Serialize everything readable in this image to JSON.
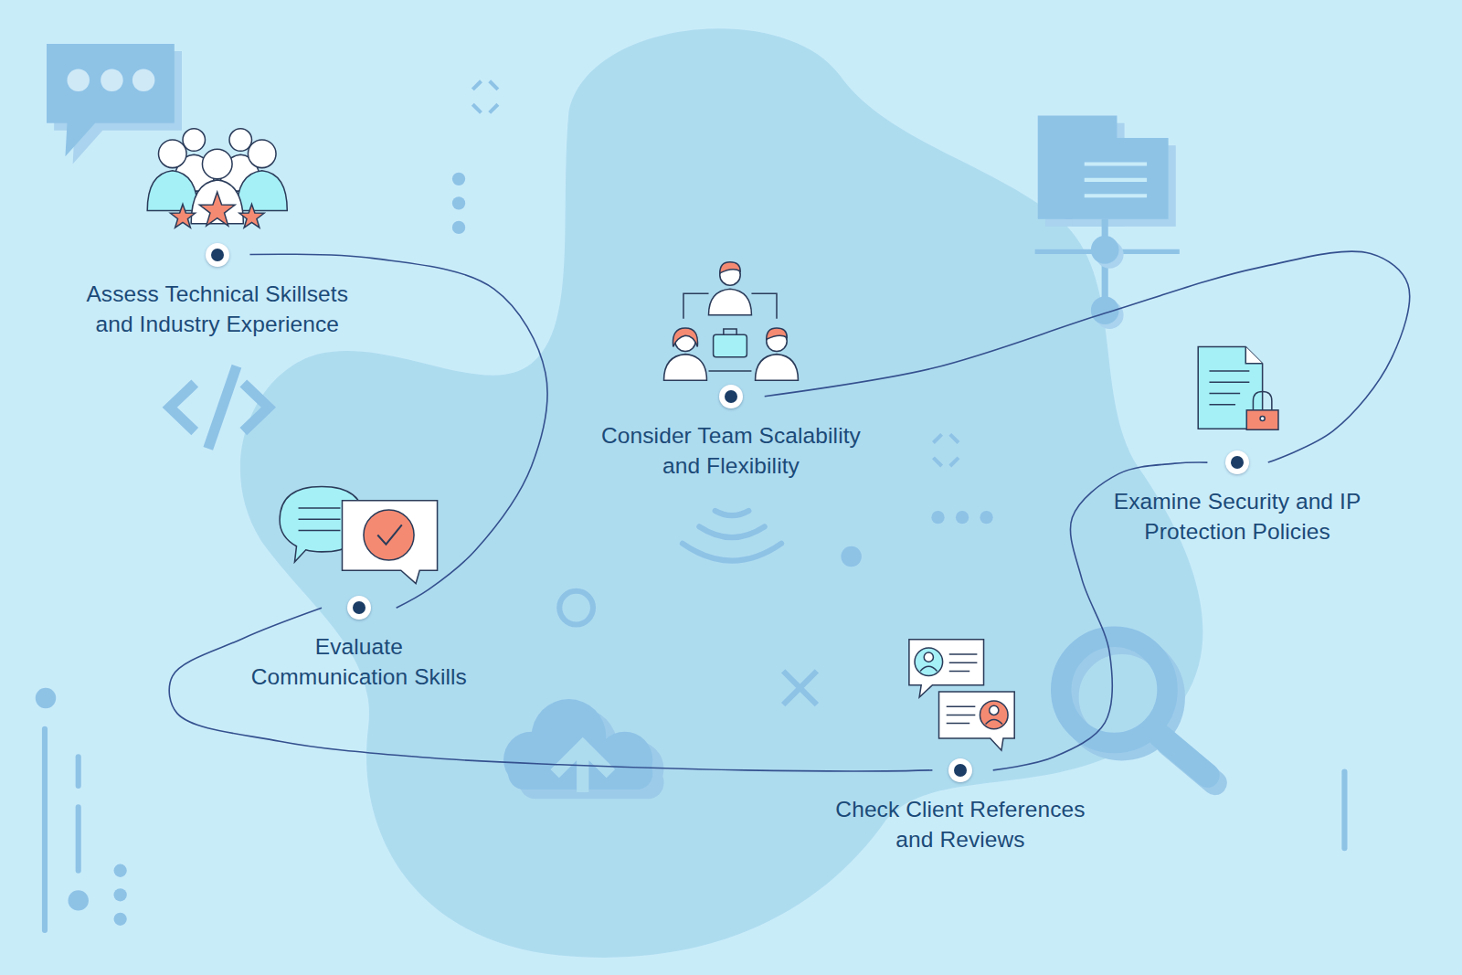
{
  "diagram": {
    "nodes": [
      {
        "text": [
          "Assess Technical Skillsets and Industry Experience"
        ]
      },
      {
        "text": [
          "Consider Team Scalability and Flexibility"
        ]
      },
      {
        "text": [
          "Examine Security and IP Protection Policies"
        ]
      },
      {
        "text": [
          "Evaluate Communication Skills"
        ]
      },
      {
        "text": [
          "Check Client References and Reviews"
        ]
      }
    ],
    "edges": [
      {
        "from": 0,
        "to": 3,
        "arrow": "none"
      },
      {
        "from": 3,
        "to": 4,
        "arrow": "none"
      },
      {
        "from": 4,
        "to": 2,
        "arrow": "none"
      },
      {
        "from": 2,
        "to": 1,
        "arrow": "none"
      }
    ]
  }
}
